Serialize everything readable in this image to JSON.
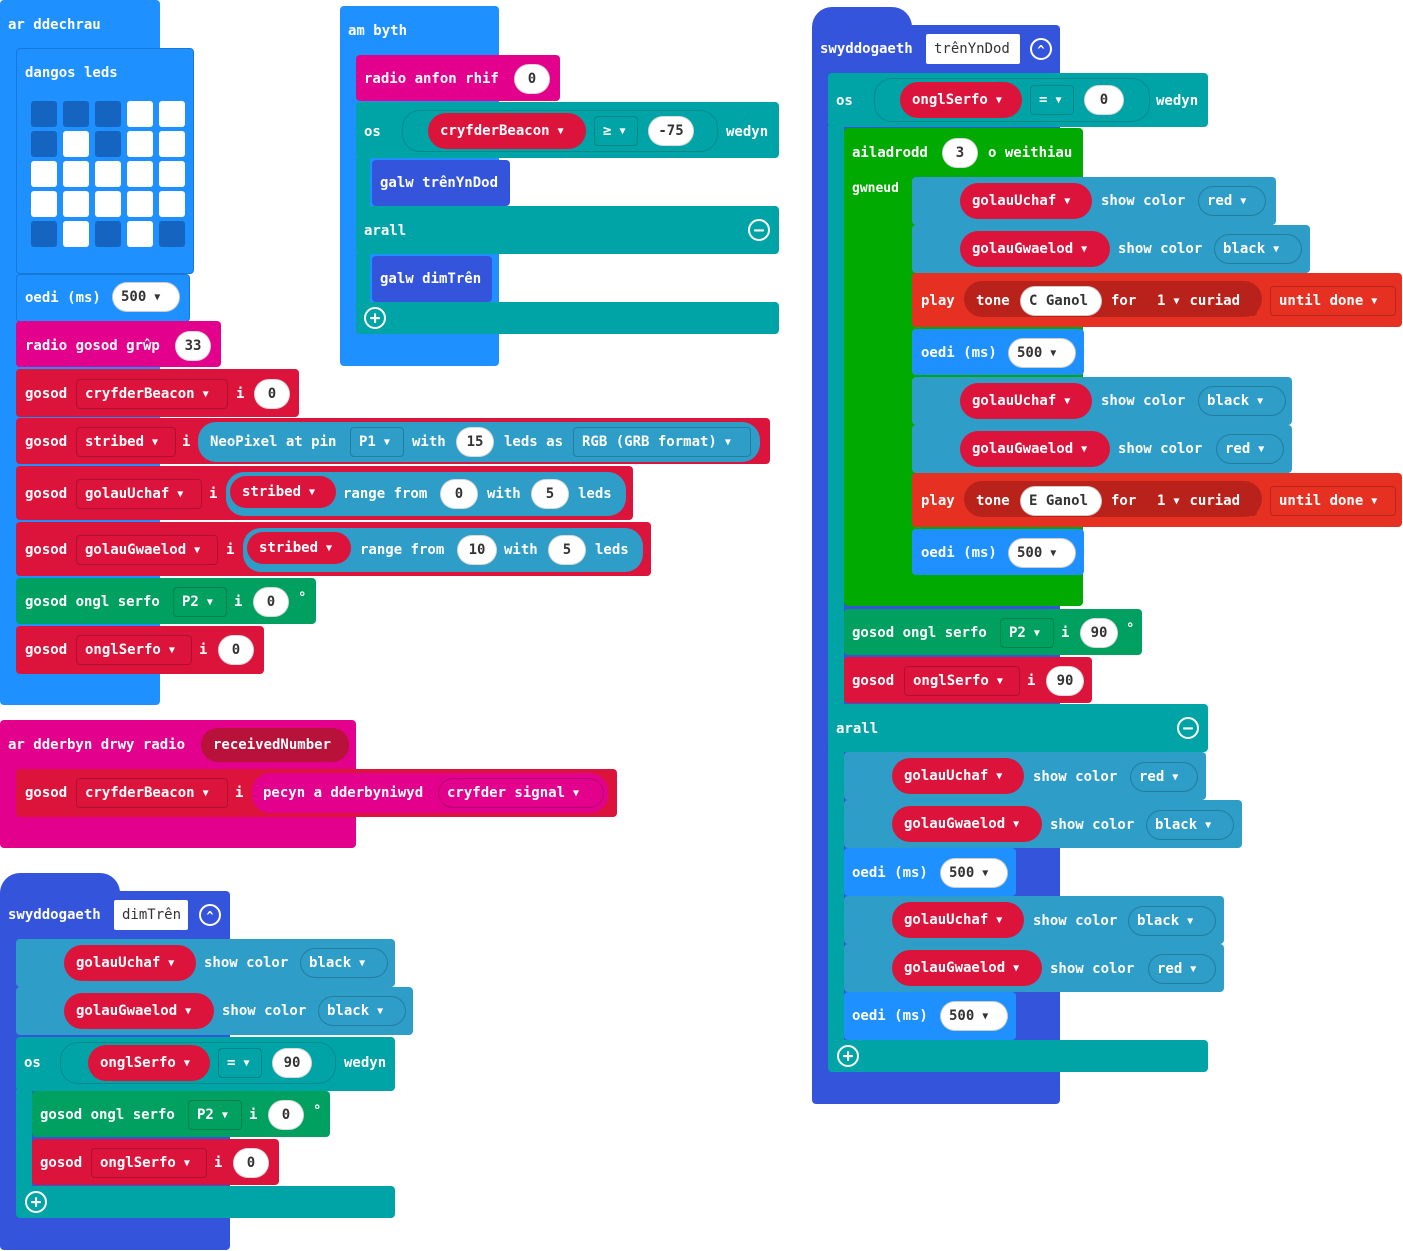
{
  "colors": {
    "basic": "#1E90FF",
    "radio": "#E3008C",
    "var": "#DC143C",
    "logic": "#00A4A6",
    "func": "#3455DB",
    "loop": "#00AA00",
    "servo": "#00A060",
    "neo": "#2E9DC8",
    "music": "#E63022"
  },
  "start": {
    "title": "ar ddechrau",
    "show_leds": "dangos leds",
    "leds": [
      [
        0,
        0,
        0,
        1,
        1
      ],
      [
        0,
        1,
        0,
        1,
        1
      ],
      [
        1,
        1,
        1,
        1,
        1
      ],
      [
        1,
        1,
        1,
        1,
        1
      ],
      [
        0,
        1,
        0,
        1,
        0
      ]
    ],
    "pause_label": "oedi (ms)",
    "pause_value": "500",
    "radio_group_label": "radio gosod grŵp",
    "radio_group_value": "33",
    "set1": {
      "word": "gosod",
      "var": "cryfderBeacon",
      "to": "i",
      "value": "0"
    },
    "set2": {
      "word": "gosod",
      "var": "stribed",
      "to": "i",
      "neo": "NeoPixel at pin",
      "pin": "P1",
      "with": "with",
      "count": "15",
      "leds_as": "leds as",
      "format": "RGB (GRB format)"
    },
    "set3": {
      "word": "gosod",
      "var": "golauUchaf",
      "to": "i",
      "strip": "stribed",
      "range": "range from",
      "from": "0",
      "with": "with",
      "count": "5",
      "leds": "leds"
    },
    "set4": {
      "word": "gosod",
      "var": "golauGwaelod",
      "to": "i",
      "strip": "stribed",
      "range": "range from",
      "from": "10",
      "with": "with",
      "count": "5",
      "leds": "leds"
    },
    "servo": {
      "label": "gosod ongl serfo",
      "pin": "P2",
      "to": "i",
      "value": "0",
      "deg": "°"
    },
    "set5": {
      "word": "gosod",
      "var": "onglSerfo",
      "to": "i",
      "value": "0"
    }
  },
  "forever": {
    "title": "am byth",
    "send_label": "radio anfon rhif",
    "send_value": "0",
    "if": "os",
    "var": "cryfderBeacon",
    "op": "≥",
    "value": "-75",
    "then": "wedyn",
    "call1": "galw trênYnDod",
    "else": "arall",
    "call2": "galw dimTrên"
  },
  "receive": {
    "title": "ar dderbyn drwy radio",
    "param": "receivedNumber",
    "set": "gosod",
    "var": "cryfderBeacon",
    "to": "i",
    "packet": "pecyn a dderbyniwyd",
    "signal": "cryfder signal"
  },
  "fn_dim": {
    "label": "swyddogaeth",
    "name": "dimTrên",
    "row1": {
      "strip": "golauUchaf",
      "show": "show color",
      "color": "black"
    },
    "row2": {
      "strip": "golauGwaelod",
      "show": "show color",
      "color": "black"
    },
    "if": "os",
    "var": "onglSerfo",
    "op": "=",
    "value": "90",
    "then": "wedyn",
    "servo": {
      "label": "gosod ongl serfo",
      "pin": "P2",
      "to": "i",
      "value": "0",
      "deg": "°"
    },
    "set": {
      "word": "gosod",
      "var": "onglSerfo",
      "to": "i",
      "value": "0"
    }
  },
  "fn_tren": {
    "label": "swyddogaeth",
    "name": "trênYnDod",
    "if": "os",
    "var": "onglSerfo",
    "op": "=",
    "value": "0",
    "then": "wedyn",
    "repeat": "ailadrodd",
    "times": "3",
    "times_label": "o weithiau",
    "do": "gwneud",
    "r1": {
      "strip": "golauUchaf",
      "show": "show color",
      "color": "red"
    },
    "r2": {
      "strip": "golauGwaelod",
      "show": "show color",
      "color": "black"
    },
    "play1": {
      "play": "play",
      "tone": "tone",
      "note": "C Ganol",
      "for": "for",
      "beats": "1",
      "beat_word": "curiad",
      "until": "until done"
    },
    "pause1": {
      "label": "oedi (ms)",
      "value": "500"
    },
    "r3": {
      "strip": "golauUchaf",
      "show": "show color",
      "color": "black"
    },
    "r4": {
      "strip": "golauGwaelod",
      "show": "show color",
      "color": "red"
    },
    "play2": {
      "play": "play",
      "tone": "tone",
      "note": "E Ganol",
      "for": "for",
      "beats": "1",
      "beat_word": "curiad",
      "until": "until done"
    },
    "pause2": {
      "label": "oedi (ms)",
      "value": "500"
    },
    "servo": {
      "label": "gosod ongl serfo",
      "pin": "P2",
      "to": "i",
      "value": "90",
      "deg": "°"
    },
    "set": {
      "word": "gosod",
      "var": "onglSerfo",
      "to": "i",
      "value": "90"
    },
    "else": "arall",
    "e1": {
      "strip": "golauUchaf",
      "show": "show color",
      "color": "red"
    },
    "e2": {
      "strip": "golauGwaelod",
      "show": "show color",
      "color": "black"
    },
    "pause3": {
      "label": "oedi (ms)",
      "value": "500"
    },
    "e3": {
      "strip": "golauUchaf",
      "show": "show color",
      "color": "black"
    },
    "e4": {
      "strip": "golauGwaelod",
      "show": "show color",
      "color": "red"
    },
    "pause4": {
      "label": "oedi (ms)",
      "value": "500"
    }
  }
}
